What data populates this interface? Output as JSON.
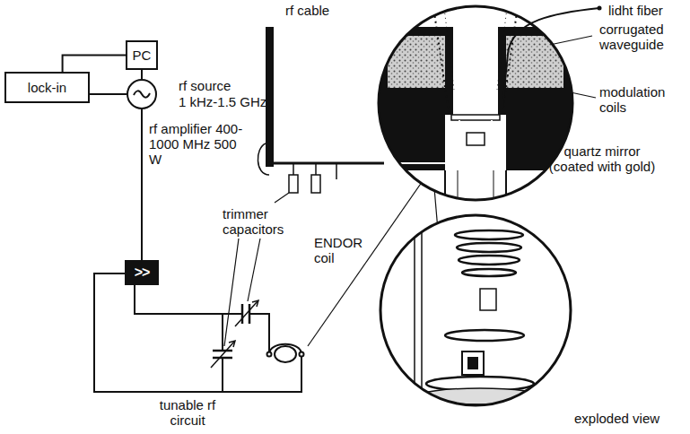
{
  "diagram": {
    "nodes": [
      {
        "text": [
          "PC"
        ]
      },
      {
        "text": [
          "lock-in"
        ]
      },
      {
        "text": [
          "rf source",
          "1 kHz-1.5 GHz"
        ]
      },
      {
        "text": [
          ">>"
        ]
      }
    ],
    "edges": [
      {
        "from": 0,
        "to": 1,
        "arrow": "none"
      },
      {
        "from": 1,
        "to": 2,
        "arrow": "none"
      },
      {
        "from": 0,
        "to": 2,
        "arrow": "none"
      },
      {
        "from": 2,
        "to": 3,
        "arrow": "none"
      }
    ],
    "labels": [
      "rf cable",
      "lidht fiber",
      "corrugated waveguide",
      "modulation coils",
      "quartz mirror (coated with gold)",
      "rf amplifier 400-1000 MHz 500 W",
      "trimmer capacitors",
      "ENDOR coil",
      "tunable rf circuit",
      "exploded view"
    ]
  }
}
